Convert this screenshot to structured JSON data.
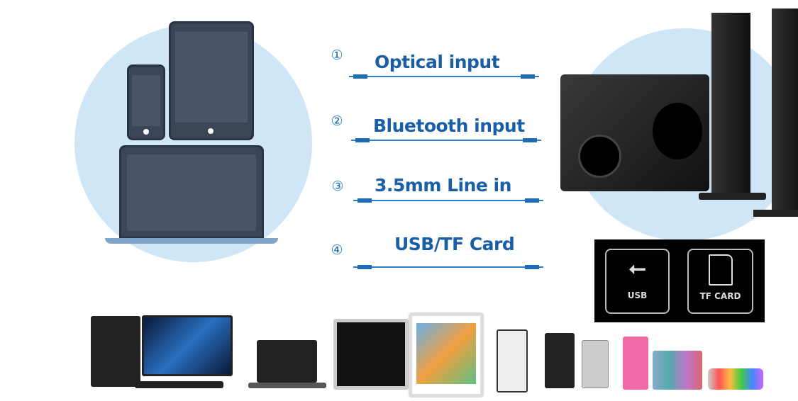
{
  "inputs": [
    {
      "number": "①",
      "label": "Optical input"
    },
    {
      "number": "②",
      "label": "Bluetooth input"
    },
    {
      "number": "③",
      "label": "3.5mm Line in"
    },
    {
      "number": "④",
      "label": "USB/TF Card"
    }
  ],
  "ports_panel": {
    "usb_label": "USB",
    "tf_label": "TF CARD"
  },
  "colors": {
    "accent": "#1a5fa6",
    "circle": "#cfe6f7",
    "device": "#3a4556"
  }
}
